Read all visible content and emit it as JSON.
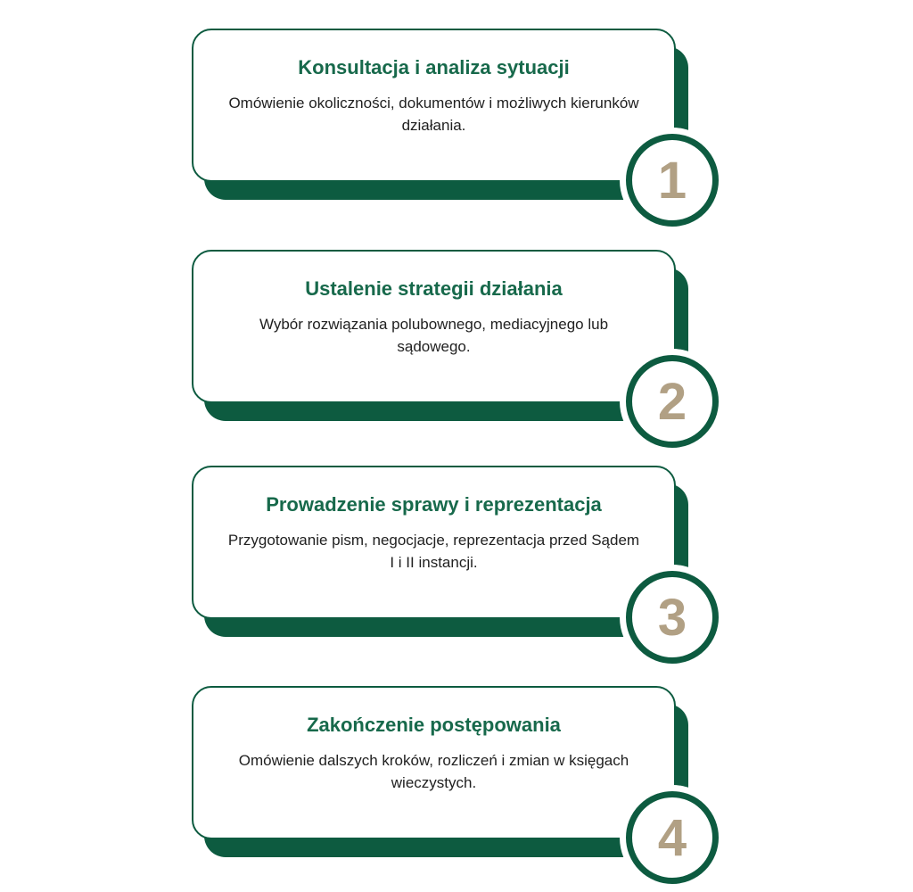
{
  "colors": {
    "accent_green": "#0d5b40",
    "title_green": "#17694b",
    "number_tan": "#b1a084",
    "body_text": "#212121",
    "card_background": "#ffffff"
  },
  "steps": [
    {
      "number": "1",
      "title": "Konsultacja i analiza sytuacji",
      "description": "Omówienie okoliczności, dokumentów i możliwych kierunków działania."
    },
    {
      "number": "2",
      "title": "Ustalenie strategii działania",
      "description": "Wybór rozwiązania polubownego, mediacyjnego lub sądowego."
    },
    {
      "number": "3",
      "title": "Prowadzenie sprawy i reprezentacja",
      "description": "Przygotowanie pism, negocjacje, reprezentacja przed Sądem I i II instancji."
    },
    {
      "number": "4",
      "title": "Zakończenie postępowania",
      "description": "Omówienie dalszych kroków, rozliczeń i zmian w księgach wieczystych."
    }
  ]
}
